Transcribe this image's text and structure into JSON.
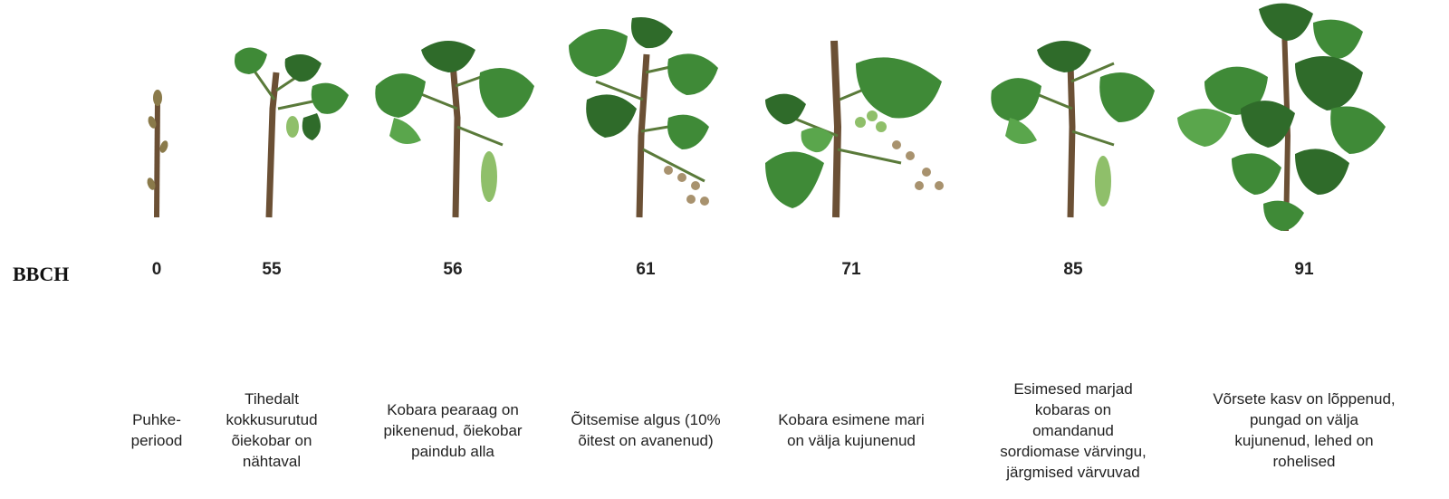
{
  "row_label": "BBCH",
  "stages": [
    {
      "code": "0",
      "illustration": "dormant-bud",
      "description": [
        "Puhke-",
        "periood"
      ]
    },
    {
      "code": "55",
      "illustration": "inflorescence-visible",
      "description": [
        "Tihedalt",
        "kokkusurutud",
        "õiekobar on",
        "nähtaval"
      ]
    },
    {
      "code": "56",
      "illustration": "inflorescence-hanging",
      "description": [
        "Kobara pearaag on",
        "pikenenud, õiekobar",
        "paindub alla"
      ]
    },
    {
      "code": "61",
      "illustration": "flowering-begins",
      "description": [
        "Õitsemise algus (10%",
        "õitest on avanenud)"
      ]
    },
    {
      "code": "71",
      "illustration": "first-berry",
      "description": [
        "Kobara esimene mari",
        "on välja kujunenud"
      ]
    },
    {
      "code": "85",
      "illustration": "berries-colouring",
      "description": [
        "Esimesed marjad",
        "kobaras on",
        "omandanud",
        "sordiomase värvingu,",
        "järgmised värvuvad"
      ]
    },
    {
      "code": "91",
      "illustration": "shoot-growth-complete",
      "description": [
        "Võrsete kasv on lõppenud,",
        "pungad on välja",
        "kujunenud, lehed on",
        "rohelised"
      ]
    }
  ],
  "colors": {
    "stem": "#6b5035",
    "leaf_dark": "#2f6b2a",
    "leaf_mid": "#3f8a37",
    "leaf_light": "#5aa64c",
    "fruit": "#8fbf6a",
    "flower": "#a8926e"
  }
}
